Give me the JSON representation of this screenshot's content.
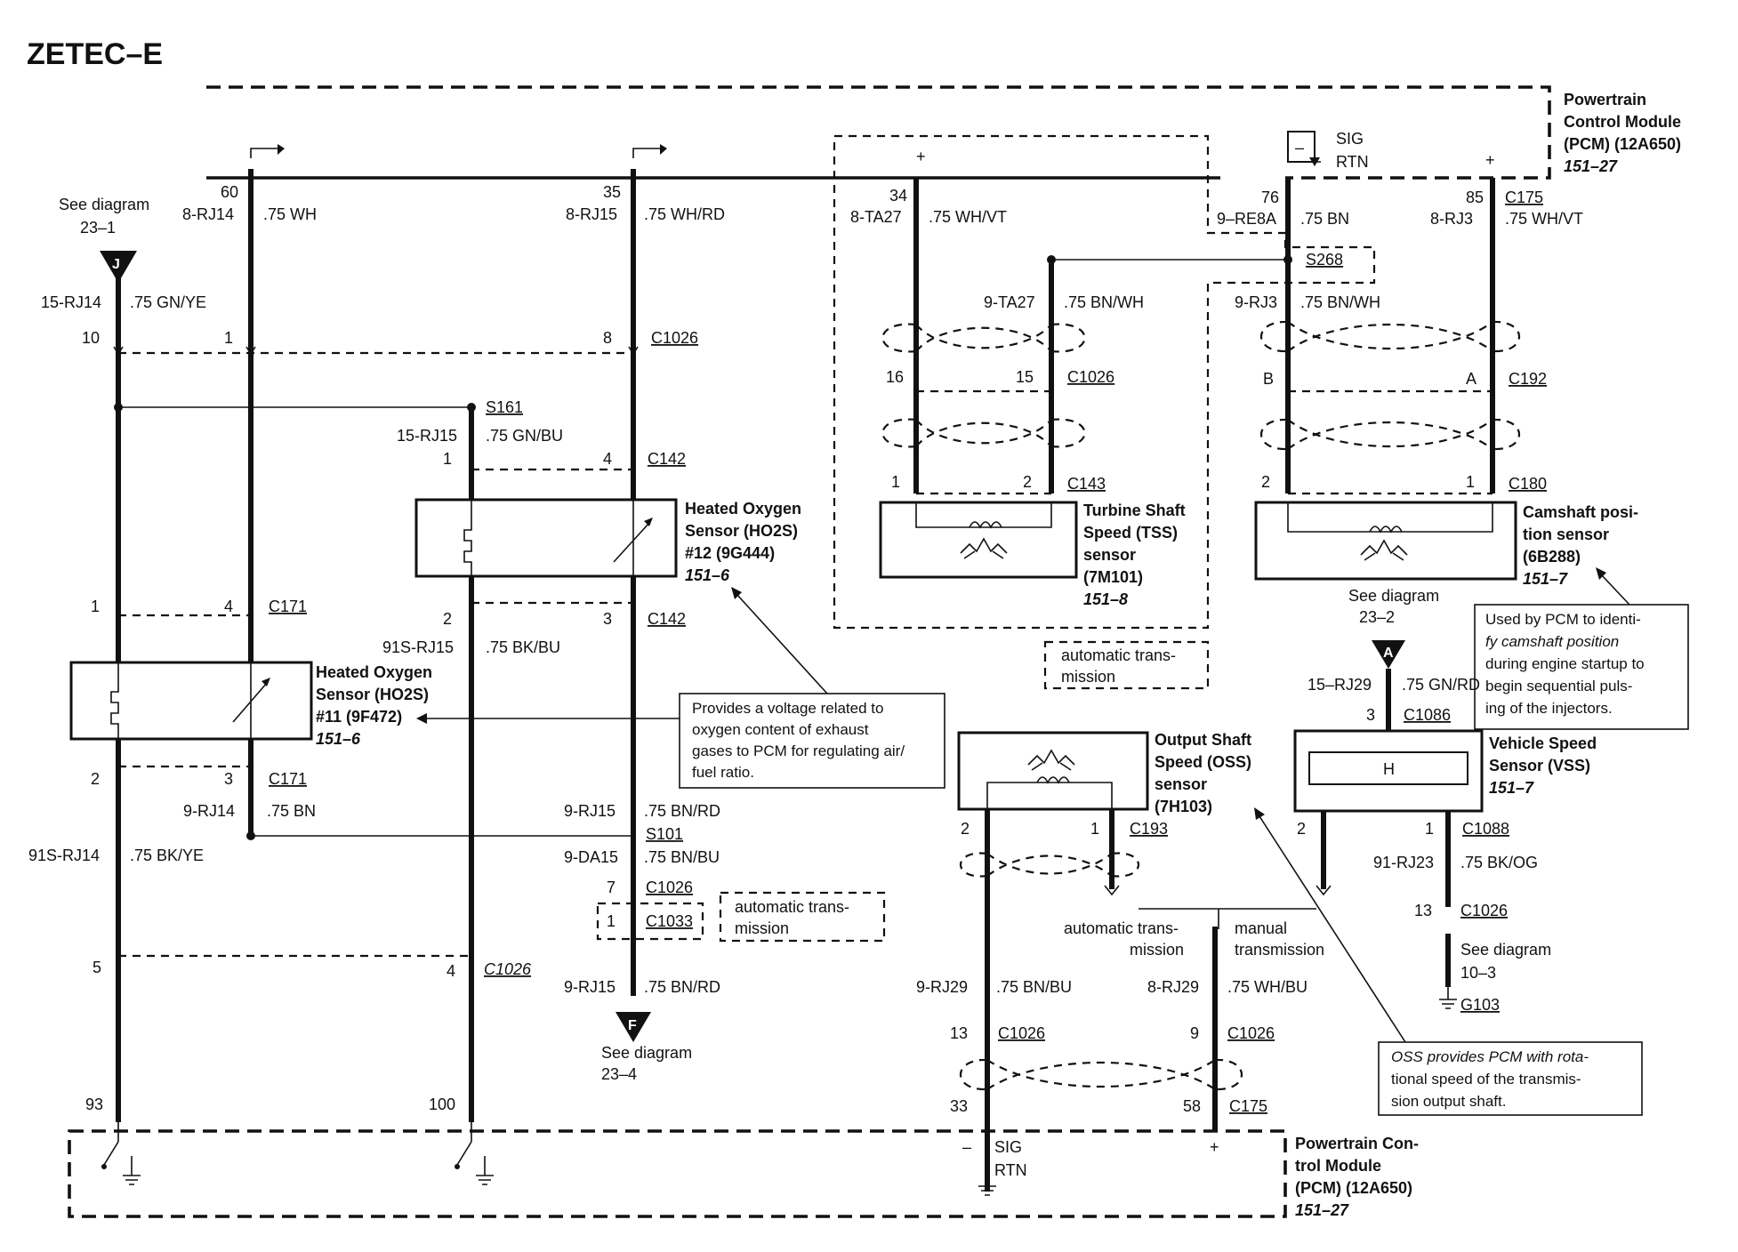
{
  "title": "ZETEC–E",
  "pcm_top": {
    "l1": "Powertrain",
    "l2": "Control Module",
    "l3": "(PCM) (12A650)",
    "l4": "151–27"
  },
  "pcm_bottom": {
    "l1": "Powertrain Con-",
    "l2": "trol Module",
    "l3": "(PCM) (12A650)",
    "l4": "151–27"
  },
  "sig": "SIG",
  "rtn": "RTN",
  "plus": "+",
  "minus": "–",
  "see_diagram": "See diagram",
  "ref_23_1": "23–1",
  "ref_23_2": "23–2",
  "ref_23_4": "23–4",
  "ref_10_3": "10–3",
  "conn_j": "J",
  "conn_a": "A",
  "conn_f": "F",
  "auto_trans": {
    "l1": "automatic trans-",
    "l2": "mission"
  },
  "manual_trans": {
    "l1": "manual",
    "l2": "transmission"
  },
  "pins": {
    "p60": "60",
    "p35": "35",
    "p34": "34",
    "p76": "76",
    "p85": "85",
    "p10": "10",
    "p1": "1",
    "p8": "8",
    "p16": "16",
    "p15": "15",
    "p4": "4",
    "p2": "2",
    "p3": "3",
    "p7": "7",
    "p5": "5",
    "p93": "93",
    "p100": "100",
    "pB": "B",
    "pA": "A",
    "p13": "13",
    "p9": "9",
    "p33": "33",
    "p58": "58"
  },
  "circuits": {
    "rj14_8": "8-RJ14",
    "rj14_15": "15-RJ14",
    "rj14_9": "9-RJ14",
    "rj14_91s": "91S-RJ14",
    "rj15_8": "8-RJ15",
    "rj15_15": "15-RJ15",
    "rj15_91s": "91S-RJ15",
    "rj15_9": "9-RJ15",
    "da15_9": "9-DA15",
    "ta27_8": "8-TA27",
    "ta27_9": "9-TA27",
    "re8a_9": "9–RE8A",
    "rj3_8": "8-RJ3",
    "rj3_9": "9-RJ3",
    "rj29_15": "15–RJ29",
    "rj23_91": "91-RJ23",
    "rj29_9": "9-RJ29",
    "rj29_8": "8-RJ29"
  },
  "colors": {
    "wh": ".75 WH",
    "gnye": ".75 GN/YE",
    "bn": ".75 BN",
    "bkye": ".75 BK/YE",
    "whrd": ".75 WH/RD",
    "gnbu": ".75 GN/BU",
    "bkbu": ".75 BK/BU",
    "bnrd": ".75 BN/RD",
    "bnbu": ".75 BN/BU",
    "whvt": ".75 WH/VT",
    "bnwh": ".75 BN/WH",
    "gnrd": ".75 GN/RD",
    "bkog": ".75 BK/OG",
    "whbu": ".75 WH/BU"
  },
  "connectors": {
    "c1026": "C1026",
    "c142": "C142",
    "c171": "C171",
    "c1033": "C1033",
    "c143": "C143",
    "c175": "C175",
    "c192": "C192",
    "c180": "C180",
    "c1086": "C1086",
    "c193": "C193",
    "c1088": "C1088",
    "s161": "S161",
    "s101": "S101",
    "s268": "S268",
    "g103": "G103"
  },
  "ho2s12": {
    "l1": "Heated Oxygen",
    "l2": "Sensor (HO2S)",
    "l3": "#12 (9G444)",
    "l4": "151–6"
  },
  "ho2s11": {
    "l1": "Heated Oxygen",
    "l2": "Sensor (HO2S)",
    "l3": "#11 (9F472)",
    "l4": "151–6"
  },
  "tss": {
    "l1": "Turbine Shaft",
    "l2": "Speed (TSS)",
    "l3": "sensor",
    "l4": "(7M101)",
    "l5": "151–8"
  },
  "cmp": {
    "l1": "Camshaft posi-",
    "l2": "tion sensor",
    "l3": "(6B288)",
    "l4": "151–7"
  },
  "oss": {
    "l1": "Output Shaft",
    "l2": "Speed (OSS)",
    "l3": "sensor",
    "l4": "(7H103)"
  },
  "vss": {
    "l1": "Vehicle Speed",
    "l2": "Sensor (VSS)",
    "l3": "151–7",
    "h": "H"
  },
  "notes": {
    "ho2s": [
      "Provides a voltage related to",
      "oxygen content of exhaust",
      "gases to PCM for regulating air/",
      "fuel ratio."
    ],
    "cmp": [
      "Used by PCM to identi-",
      "fy camshaft position",
      "during engine startup to",
      "begin sequential puls-",
      "ing of the injectors."
    ],
    "oss": [
      "OSS provides PCM with rota-",
      "tional speed of the transmis-",
      "sion output shaft."
    ]
  }
}
